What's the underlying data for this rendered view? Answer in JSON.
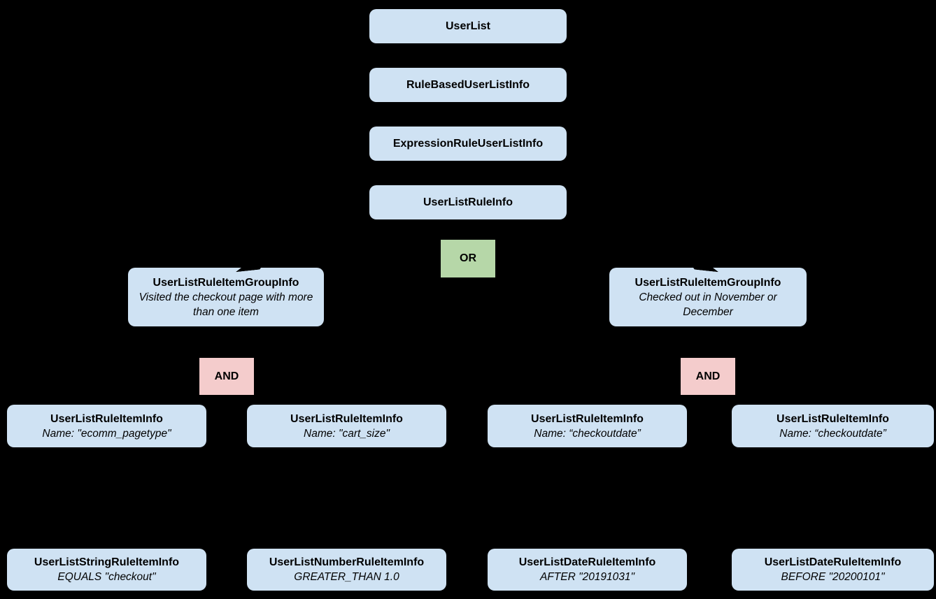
{
  "diagram": {
    "background": "#000000",
    "colors": {
      "node_fill": "#cfe2f3",
      "or_fill": "#b6d7a8",
      "and_fill": "#f4cccc",
      "text": "#000000"
    },
    "stack": [
      {
        "title": "UserList"
      },
      {
        "title": "RuleBasedUserListInfo"
      },
      {
        "title": "ExpressionRuleUserListInfo"
      },
      {
        "title": "UserListRuleInfo"
      }
    ],
    "or_label": "OR",
    "and_labels": [
      "AND",
      "AND"
    ],
    "groups": [
      {
        "title": "UserListRuleItemGroupInfo",
        "description": "Visited the checkout page with more than one item"
      },
      {
        "title": "UserListRuleItemGroupInfo",
        "description": "Checked out in November or December"
      }
    ],
    "rule_items": [
      {
        "title": "UserListRuleItemInfo",
        "description": "Name: \"ecomm_pagetype\""
      },
      {
        "title": "UserListRuleItemInfo",
        "description": "Name: \"cart_size\""
      },
      {
        "title": "UserListRuleItemInfo",
        "description": "Name: “checkoutdate”"
      },
      {
        "title": "UserListRuleItemInfo",
        "description": "Name: “checkoutdate”"
      }
    ],
    "operands": [
      {
        "title": "UserListStringRuleItemInfo",
        "description": "EQUALS \"checkout\""
      },
      {
        "title": "UserListNumberRuleItemInfo",
        "description": "GREATER_THAN 1.0"
      },
      {
        "title": "UserListDateRuleItemInfo",
        "description": "AFTER \"20191031\""
      },
      {
        "title": "UserListDateRuleItemInfo",
        "description": "BEFORE \"20200101\""
      }
    ]
  }
}
